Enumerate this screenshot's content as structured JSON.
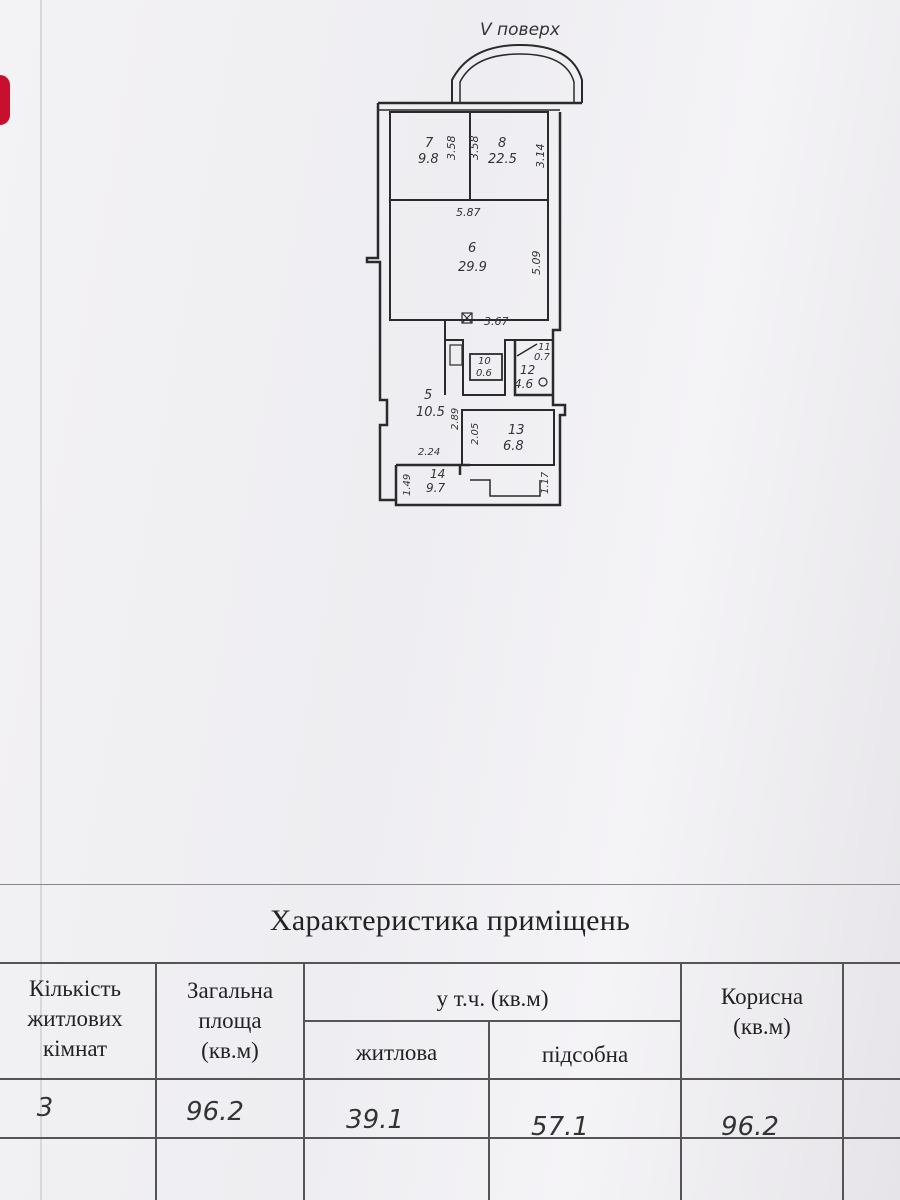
{
  "floor_label": "V поверх",
  "rooms": [
    {
      "number": "7",
      "area": "9.8"
    },
    {
      "number": "8",
      "area": "22.5"
    },
    {
      "number": "6",
      "area": "29.9"
    },
    {
      "number": "5",
      "area": "10.5"
    },
    {
      "number": "10",
      "area": "0.6"
    },
    {
      "number": "11",
      "area": "0.7"
    },
    {
      "number": "12",
      "area": "4.6"
    },
    {
      "number": "13",
      "area": "6.8"
    },
    {
      "number": "14",
      "area": "9.7"
    }
  ],
  "dimensions": [
    "3.58",
    "3.58",
    "3.14",
    "5.87",
    "5.09",
    "3.67",
    "2.89",
    "2.05",
    "2.24",
    "1.49",
    "1.17"
  ],
  "table": {
    "title": "Характеристика приміщень",
    "headers": {
      "rooms_count": [
        "Кількість",
        "житлових",
        "кімнат"
      ],
      "total_area": [
        "Загальна",
        "площа",
        "(кв.м)"
      ],
      "including": "у т.ч. (кв.м)",
      "living": "житлова",
      "auxiliary": "підсобна",
      "useful": [
        "Корисна",
        "(кв.м)"
      ]
    },
    "values": {
      "rooms_count": "3",
      "total_area": "96.2",
      "living": "39.1",
      "auxiliary": "57.1",
      "useful": "96.2"
    }
  }
}
